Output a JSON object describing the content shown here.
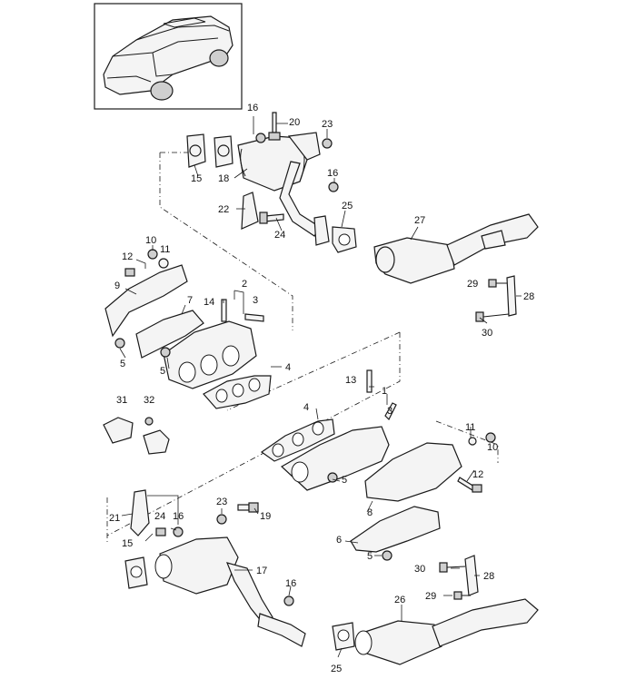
{
  "diagram": {
    "callouts": [
      {
        "id": "c16a",
        "label": "16"
      },
      {
        "id": "c20",
        "label": "20"
      },
      {
        "id": "c23a",
        "label": "23"
      },
      {
        "id": "c18",
        "label": "18"
      },
      {
        "id": "c15a",
        "label": "15"
      },
      {
        "id": "c16b",
        "label": "16"
      },
      {
        "id": "c25a",
        "label": "25"
      },
      {
        "id": "c22",
        "label": "22"
      },
      {
        "id": "c24a",
        "label": "24"
      },
      {
        "id": "c27",
        "label": "27"
      },
      {
        "id": "c10a",
        "label": "10"
      },
      {
        "id": "c11a",
        "label": "11"
      },
      {
        "id": "c12a",
        "label": "12"
      },
      {
        "id": "c9",
        "label": "9"
      },
      {
        "id": "c7",
        "label": "7"
      },
      {
        "id": "c2",
        "label": "2"
      },
      {
        "id": "c14",
        "label": "14"
      },
      {
        "id": "c3a",
        "label": "3"
      },
      {
        "id": "c5a",
        "label": "5"
      },
      {
        "id": "c5b",
        "label": "5"
      },
      {
        "id": "c4a",
        "label": "4"
      },
      {
        "id": "c29a",
        "label": "29"
      },
      {
        "id": "c28a",
        "label": "28"
      },
      {
        "id": "c30a",
        "label": "30"
      },
      {
        "id": "c31",
        "label": "31"
      },
      {
        "id": "c32",
        "label": "32"
      },
      {
        "id": "c13",
        "label": "13"
      },
      {
        "id": "c1",
        "label": "1"
      },
      {
        "id": "c3b",
        "label": "3"
      },
      {
        "id": "c4b",
        "label": "4"
      },
      {
        "id": "c11b",
        "label": "11"
      },
      {
        "id": "c10b",
        "label": "10"
      },
      {
        "id": "c5c",
        "label": "5"
      },
      {
        "id": "c12b",
        "label": "12"
      },
      {
        "id": "c8",
        "label": "8"
      },
      {
        "id": "c21",
        "label": "21"
      },
      {
        "id": "c23b",
        "label": "23"
      },
      {
        "id": "c19",
        "label": "19"
      },
      {
        "id": "c24b",
        "label": "24"
      },
      {
        "id": "c16c",
        "label": "16"
      },
      {
        "id": "c6",
        "label": "6"
      },
      {
        "id": "c15b",
        "label": "15"
      },
      {
        "id": "c5d",
        "label": "5"
      },
      {
        "id": "c17",
        "label": "17"
      },
      {
        "id": "c30b",
        "label": "30"
      },
      {
        "id": "c28b",
        "label": "28"
      },
      {
        "id": "c16d",
        "label": "16"
      },
      {
        "id": "c29b",
        "label": "29"
      },
      {
        "id": "c26",
        "label": "26"
      },
      {
        "id": "c25b",
        "label": "25"
      }
    ]
  }
}
